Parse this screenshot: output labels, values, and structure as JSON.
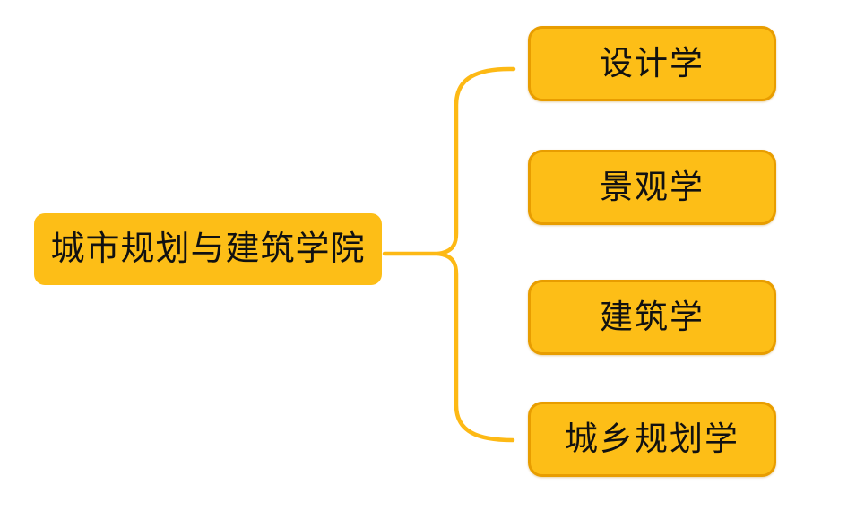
{
  "diagram": {
    "root": {
      "label": "城市规划与建筑学院"
    },
    "children": [
      {
        "label": "设计学"
      },
      {
        "label": "景观学"
      },
      {
        "label": "建筑学"
      },
      {
        "label": "城乡规划学"
      }
    ],
    "colors": {
      "node_fill": "#fdbe17",
      "node_border": "#e89d00",
      "connector": "#fdb915",
      "text": "#111111",
      "background": "#ffffff"
    }
  }
}
